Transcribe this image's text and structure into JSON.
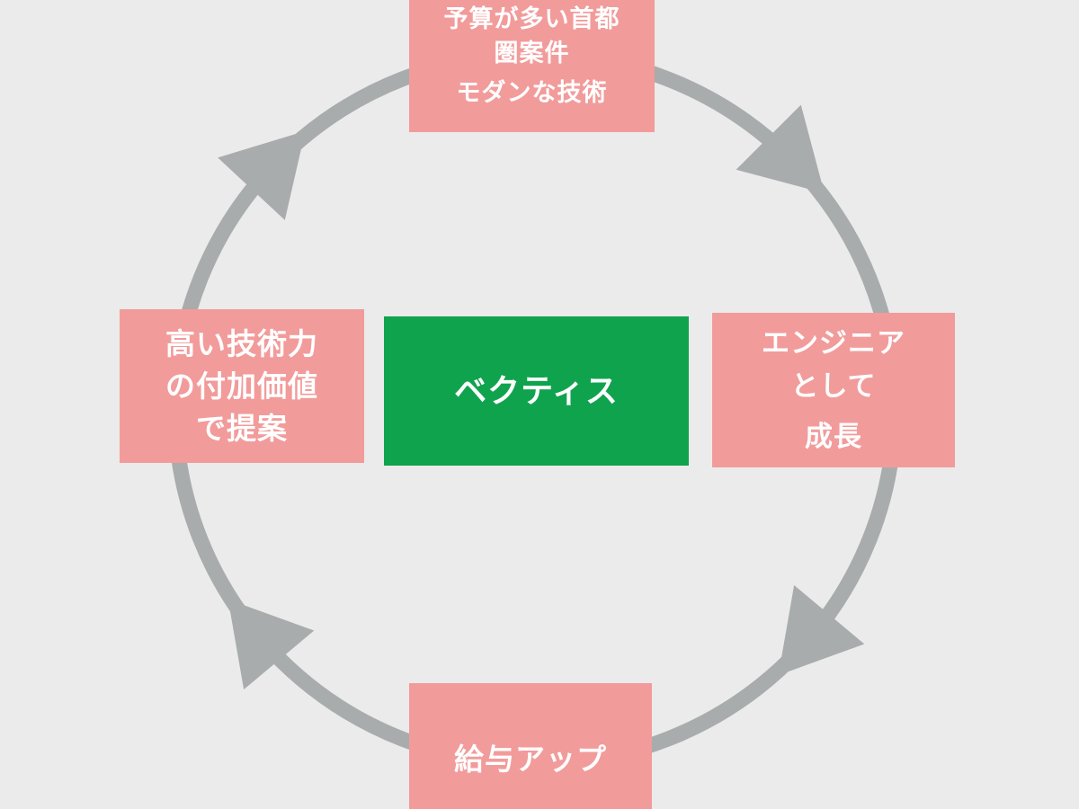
{
  "diagram": {
    "title": "cycle-diagram",
    "center": {
      "label": "ベクティス"
    },
    "nodes": {
      "top": {
        "lines": [
          "予算が多い首都",
          "圏案件",
          "モダンな技術"
        ]
      },
      "right": {
        "lines": [
          "エンジニア",
          "として",
          "成長"
        ]
      },
      "bottom": {
        "lines": [
          "給与アップ"
        ]
      },
      "left": {
        "lines": [
          "高い技術力",
          "の付加価値",
          "で提案"
        ]
      }
    },
    "ring": {
      "direction": "clockwise",
      "arrowhead_count": 4
    },
    "colors": {
      "background": "#ebebeb",
      "node_pink": "#f29b9b",
      "center_green": "#10a34e",
      "arrow_gray": "#a8acad",
      "text": "#ffffff"
    }
  }
}
